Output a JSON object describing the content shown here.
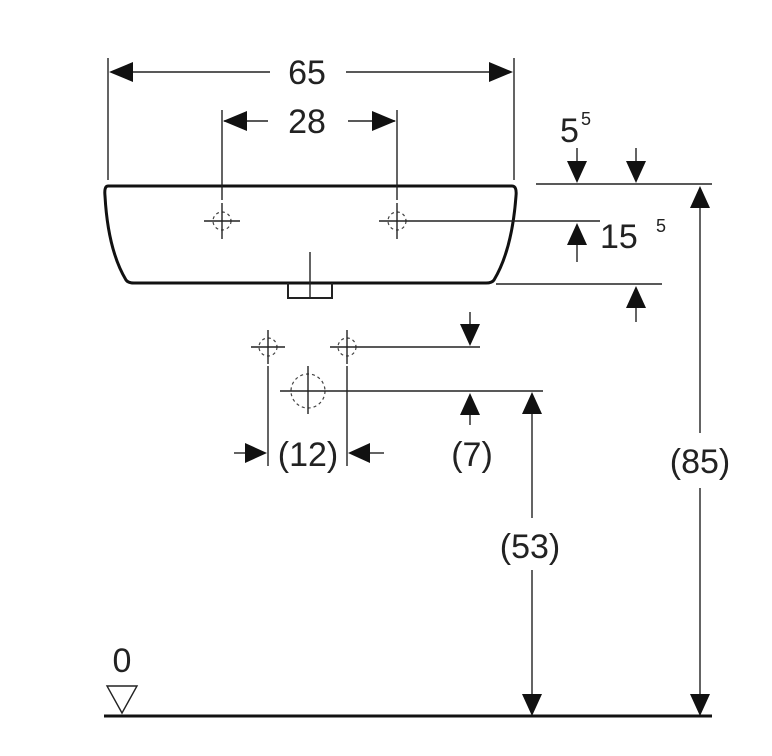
{
  "dimensions": {
    "overall_width": "65",
    "tap_spacing": "28",
    "offset_top": "5",
    "offset_top_sup": "5",
    "tap_depth": "15",
    "tap_depth_sup": "5",
    "supply_spacing": "(12)",
    "supply_offset": "(7)",
    "waste_height": "(53)",
    "rim_height": "(85)",
    "floor_level": "0"
  }
}
